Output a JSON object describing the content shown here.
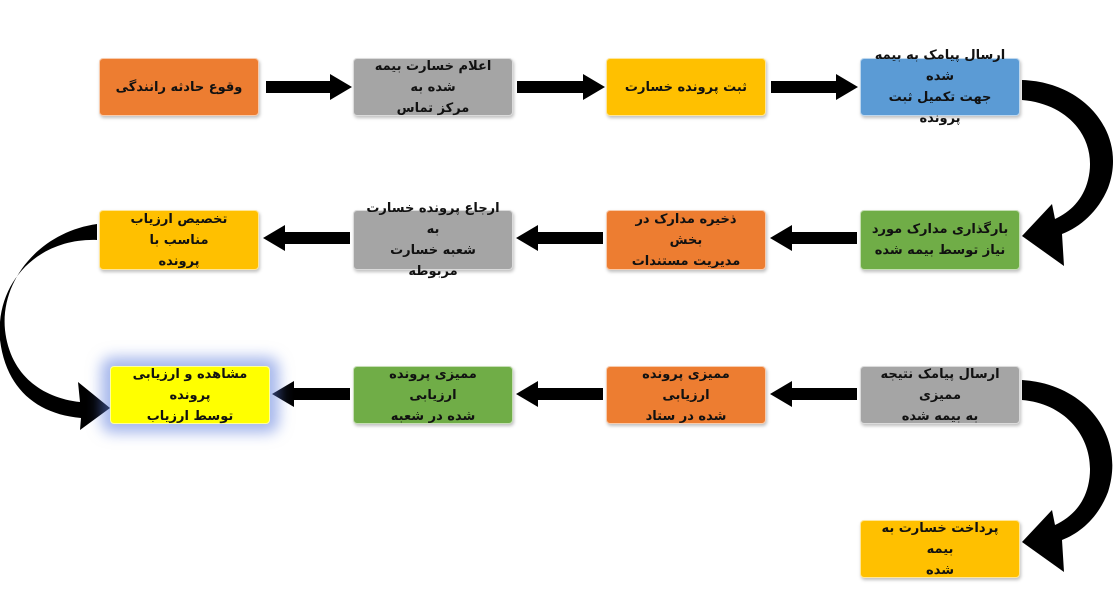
{
  "colors": {
    "orange": "#ED7D31",
    "gray": "#A5A5A5",
    "yellow": "#FFC000",
    "blue": "#5B9BD5",
    "green": "#70AD47",
    "highlight": "#FFFF00",
    "arrow": "#000000"
  },
  "steps": [
    {
      "id": "s1",
      "text": "وقوع حادثه رانندگی",
      "color": "orange"
    },
    {
      "id": "s2",
      "text": "اعلام خسارت بیمه شده به\nمرکز تماس",
      "color": "gray"
    },
    {
      "id": "s3",
      "text": "ثبت پرونده خسارت",
      "color": "yellow"
    },
    {
      "id": "s4",
      "text": "ارسال پیامک به بیمه شده\nجهت تکمیل ثبت پرونده",
      "color": "blue"
    },
    {
      "id": "s5",
      "text": "بارگذاری مدارک مورد\nنیاز توسط بیمه شده",
      "color": "green"
    },
    {
      "id": "s6",
      "text": "ذخیره مدارک در بخش\nمدیریت مستندات",
      "color": "orange"
    },
    {
      "id": "s7",
      "text": "ارجاع پرونده خسارت به\nشعبه خسارت مربوطه",
      "color": "gray"
    },
    {
      "id": "s8",
      "text": "تخصیص ارزیاب مناسب با\nپرونده",
      "color": "yellow"
    },
    {
      "id": "s9",
      "text": "مشاهده و ارزیابی پرونده\nتوسط ارزیاب",
      "color": "highlight"
    },
    {
      "id": "s10",
      "text": "ممیزی پرونده ارزیابی\nشده در شعبه",
      "color": "green"
    },
    {
      "id": "s11",
      "text": "ممیزی پرونده ارزیابی\nشده در ستاد",
      "color": "orange"
    },
    {
      "id": "s12",
      "text": "ارسال پیامک نتیجه ممیزی\nبه بیمه شده",
      "color": "gray"
    },
    {
      "id": "s13",
      "text": "پرداخت خسارت به بیمه\nشده",
      "color": "yellow"
    }
  ]
}
